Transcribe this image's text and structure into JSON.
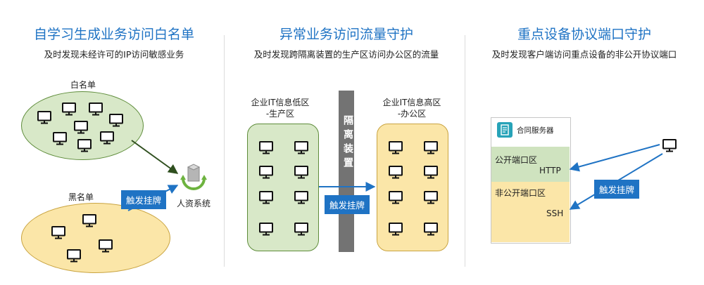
{
  "panels": [
    {
      "title": "自学习生成业务访问白名单",
      "subtitle": "及时发现未经许可的IP访问敏感业务",
      "whitelist_label": "白名单",
      "blacklist_label": "黑名单",
      "badge": "触发挂牌",
      "system_label": "人资系统"
    },
    {
      "title": "异常业务访问流量守护",
      "subtitle": "及时发现跨隔离装置的生产区访问办公区的流量",
      "low_zone_line1": "企业IT信息低区",
      "low_zone_line2": "-生产区",
      "high_zone_line1": "企业IT信息高区",
      "high_zone_line2": "-办公区",
      "isolation_device": "隔离装置",
      "badge": "触发挂牌"
    },
    {
      "title": "重点设备协议端口守护",
      "subtitle": "及时发现客户端访问重点设备的非公开协议端口",
      "server_label": "合同服务器",
      "public_zone": "公开端口区",
      "public_protocol": "HTTP",
      "private_zone": "非公开端口区",
      "private_protocol": "SSH",
      "badge": "触发挂牌"
    }
  ],
  "colors": {
    "title_blue": "#1f73c4",
    "badge_blue": "#1f73c4",
    "green_fill": "#d8e8c8",
    "green_border": "#5e8c3a",
    "yellow_fill": "#fbe6a8",
    "yellow_border": "#c9a441",
    "gate_gray": "#737373",
    "arrow_dark_green": "#2f4f1f"
  },
  "icons": {
    "computer": "monitor-icon",
    "system": "recycle-cube-icon",
    "server": "server-icon"
  }
}
